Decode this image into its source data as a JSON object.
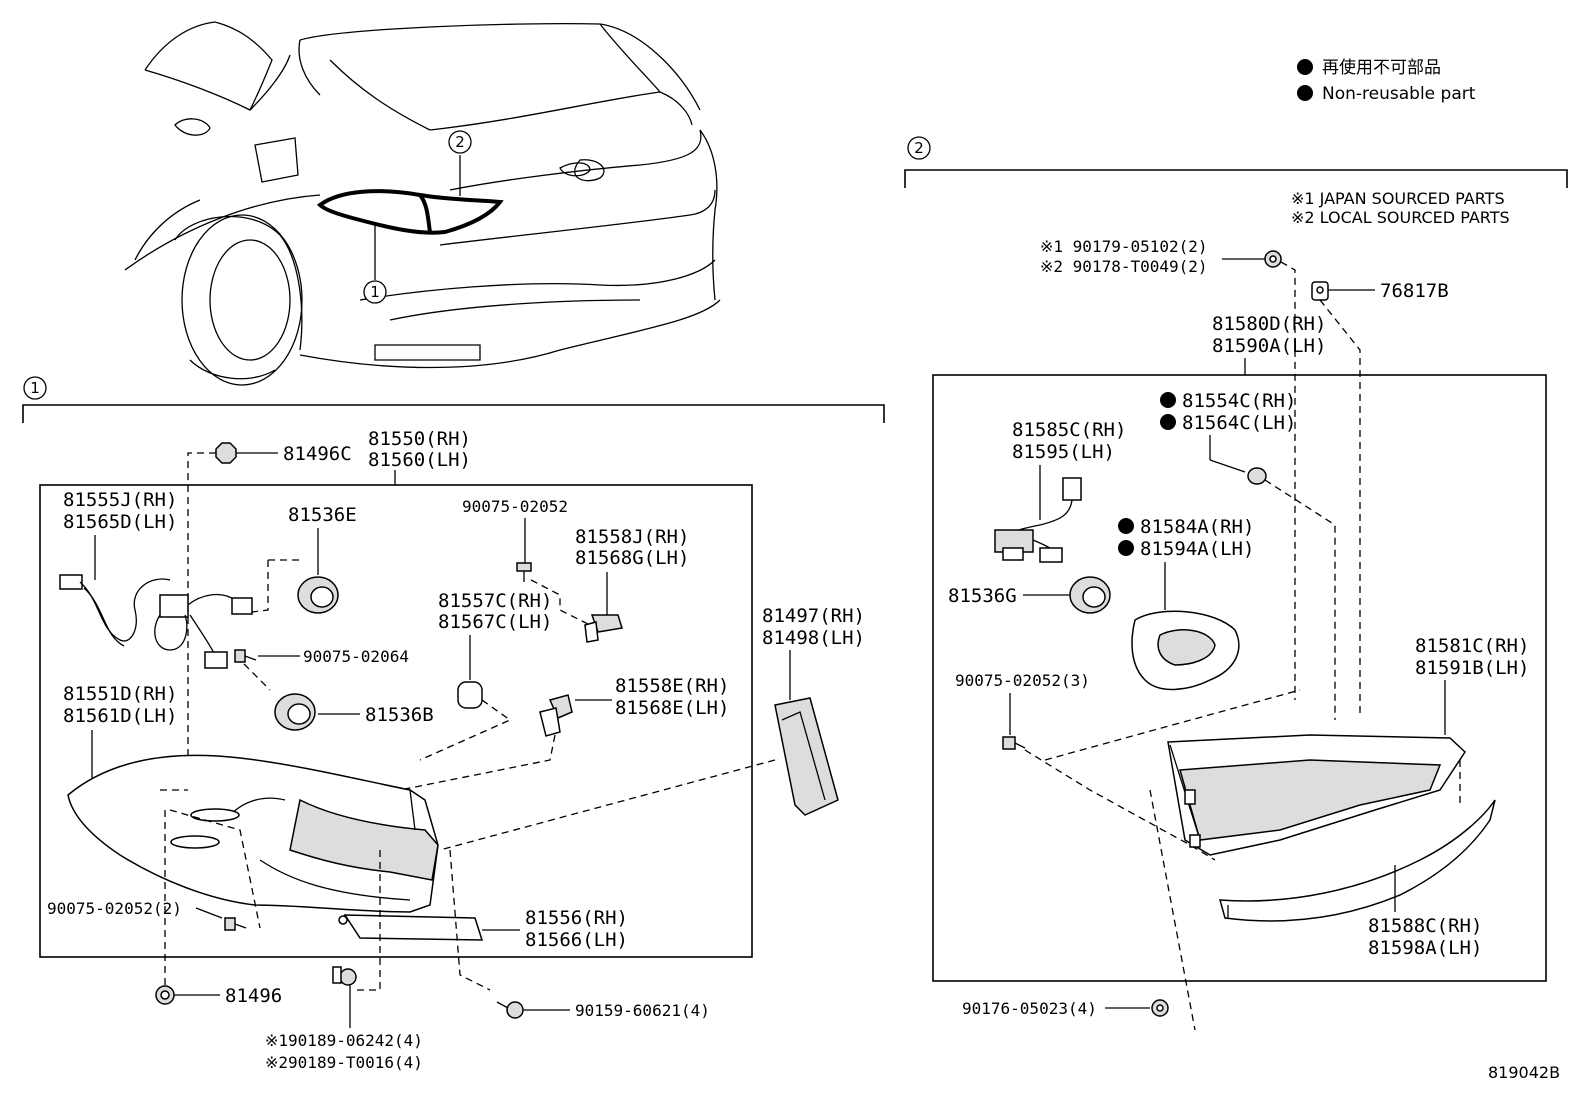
{
  "legend": {
    "jp": "再使用不可部品",
    "en": "Non-reusable part"
  },
  "notes": {
    "japan": "※1 JAPAN SOURCED PARTS",
    "local": "※2 LOCAL SOURCED PARTS"
  },
  "callouts": {
    "one": "1",
    "two": "2"
  },
  "diagram_code": "819042B",
  "labels": {
    "p81550": "81550(RH)",
    "p81560": "81560(LH)",
    "p81496C": "81496C",
    "p81555J": "81555J(RH)",
    "p81565D": "81565D(LH)",
    "p81536E": "81536E",
    "p90075_02052": "90075-02052",
    "p81558J": "81558J(RH)",
    "p81568G": "81568G(LH)",
    "p81557C": "81557C(RH)",
    "p81567C": "81567C(LH)",
    "p90075_02064": "90075-02064",
    "p81497": "81497(RH)",
    "p81498": "81498(LH)",
    "p81551D": "81551D(RH)",
    "p81561D": "81561D(LH)",
    "p81536B": "81536B",
    "p81558E": "81558E(RH)",
    "p81568E": "81568E(LH)",
    "p90075_02052_2": "90075-02052(2)",
    "p81556": "81556(RH)",
    "p81566": "81566(LH)",
    "p81496": "81496",
    "p90159": "90159-60621(4)",
    "p90189_06242": "※190189-06242(4)",
    "p90189_T0016": "※290189-T0016(4)",
    "p90179": "※1 90179-05102(2)",
    "p90178": "※2 90178-T0049(2)",
    "p76817B": "76817B",
    "p81580D": "81580D(RH)",
    "p81590A": "81590A(LH)",
    "p81554C": "81554C(RH)",
    "p81564C": "81564C(LH)",
    "p81585C": "81585C(RH)",
    "p81595": "81595(LH)",
    "p81584A": "81584A(RH)",
    "p81594A": "81594A(LH)",
    "p81536G": "81536G",
    "p90075_02052_3": "90075-02052(3)",
    "p81581C": "81581C(RH)",
    "p81591B": "81591B(LH)",
    "p81588C": "81588C(RH)",
    "p81598A": "81598A(LH)",
    "p90176": "90176-05023(4)"
  }
}
